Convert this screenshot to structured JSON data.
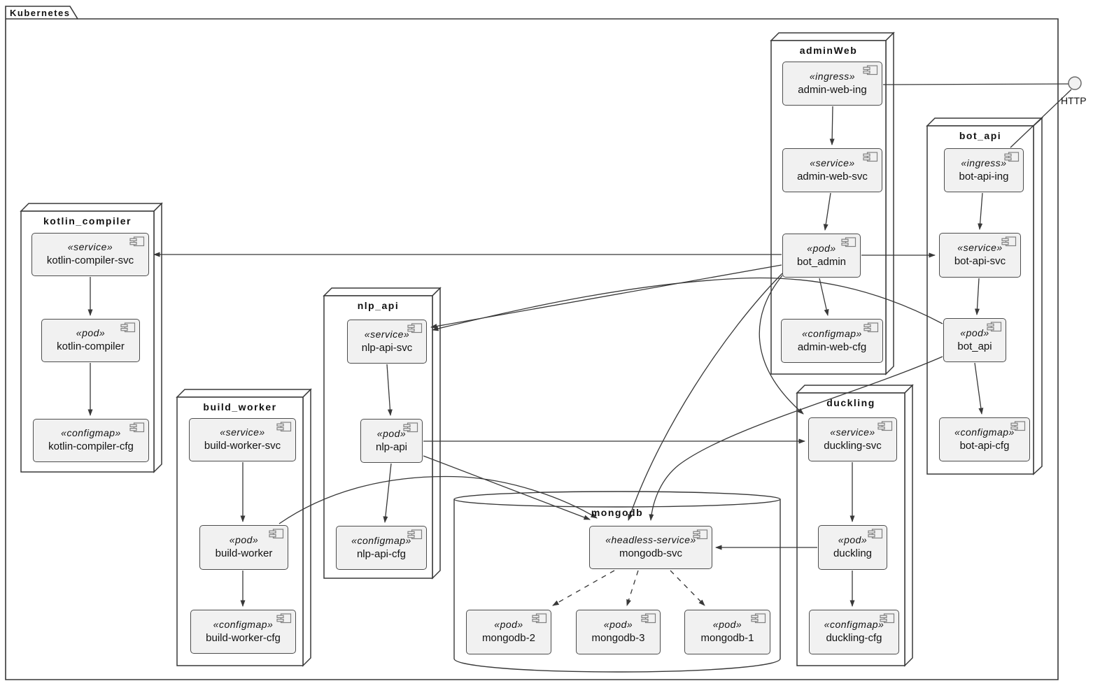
{
  "frame": {
    "title": "Kubernetes"
  },
  "interface": {
    "label": "HTTP"
  },
  "nodes": {
    "adminWeb": {
      "title": "adminWeb"
    },
    "bot_api": {
      "title": "bot_api"
    },
    "kotlin_compiler": {
      "title": "kotlin_compiler"
    },
    "nlp_api": {
      "title": "nlp_api"
    },
    "build_worker": {
      "title": "build_worker"
    },
    "duckling": {
      "title": "duckling"
    },
    "mongodb": {
      "title": "mongodb"
    }
  },
  "components": {
    "admin_web_ing": {
      "stereotype": "«ingress»",
      "name": "admin-web-ing"
    },
    "admin_web_svc": {
      "stereotype": "«service»",
      "name": "admin-web-svc"
    },
    "bot_admin": {
      "stereotype": "«pod»",
      "name": "bot_admin"
    },
    "admin_web_cfg": {
      "stereotype": "«configmap»",
      "name": "admin-web-cfg"
    },
    "bot_api_ing": {
      "stereotype": "«ingress»",
      "name": "bot-api-ing"
    },
    "bot_api_svc": {
      "stereotype": "«service»",
      "name": "bot-api-svc"
    },
    "bot_api_pod": {
      "stereotype": "«pod»",
      "name": "bot_api"
    },
    "bot_api_cfg": {
      "stereotype": "«configmap»",
      "name": "bot-api-cfg"
    },
    "kotlin_compiler_svc": {
      "stereotype": "«service»",
      "name": "kotlin-compiler-svc"
    },
    "kotlin_compiler_pod": {
      "stereotype": "«pod»",
      "name": "kotlin-compiler"
    },
    "kotlin_compiler_cfg": {
      "stereotype": "«configmap»",
      "name": "kotlin-compiler-cfg"
    },
    "nlp_api_svc": {
      "stereotype": "«service»",
      "name": "nlp-api-svc"
    },
    "nlp_api_pod": {
      "stereotype": "«pod»",
      "name": "nlp-api"
    },
    "nlp_api_cfg": {
      "stereotype": "«configmap»",
      "name": "nlp-api-cfg"
    },
    "build_worker_svc": {
      "stereotype": "«service»",
      "name": "build-worker-svc"
    },
    "build_worker_pod": {
      "stereotype": "«pod»",
      "name": "build-worker"
    },
    "build_worker_cfg": {
      "stereotype": "«configmap»",
      "name": "build-worker-cfg"
    },
    "duckling_svc": {
      "stereotype": "«service»",
      "name": "duckling-svc"
    },
    "duckling_pod": {
      "stereotype": "«pod»",
      "name": "duckling"
    },
    "duckling_cfg": {
      "stereotype": "«configmap»",
      "name": "duckling-cfg"
    },
    "mongodb_svc": {
      "stereotype": "«headless-service»",
      "name": "mongodb-svc"
    },
    "mongodb_2": {
      "stereotype": "«pod»",
      "name": "mongodb-2"
    },
    "mongodb_3": {
      "stereotype": "«pod»",
      "name": "mongodb-3"
    },
    "mongodb_1": {
      "stereotype": "«pod»",
      "name": "mongodb-1"
    }
  },
  "colors": {
    "line": "#383838",
    "component_fill": "#f1f1f1",
    "node_fill": "#ffffff",
    "icon_stroke": "#808080"
  }
}
